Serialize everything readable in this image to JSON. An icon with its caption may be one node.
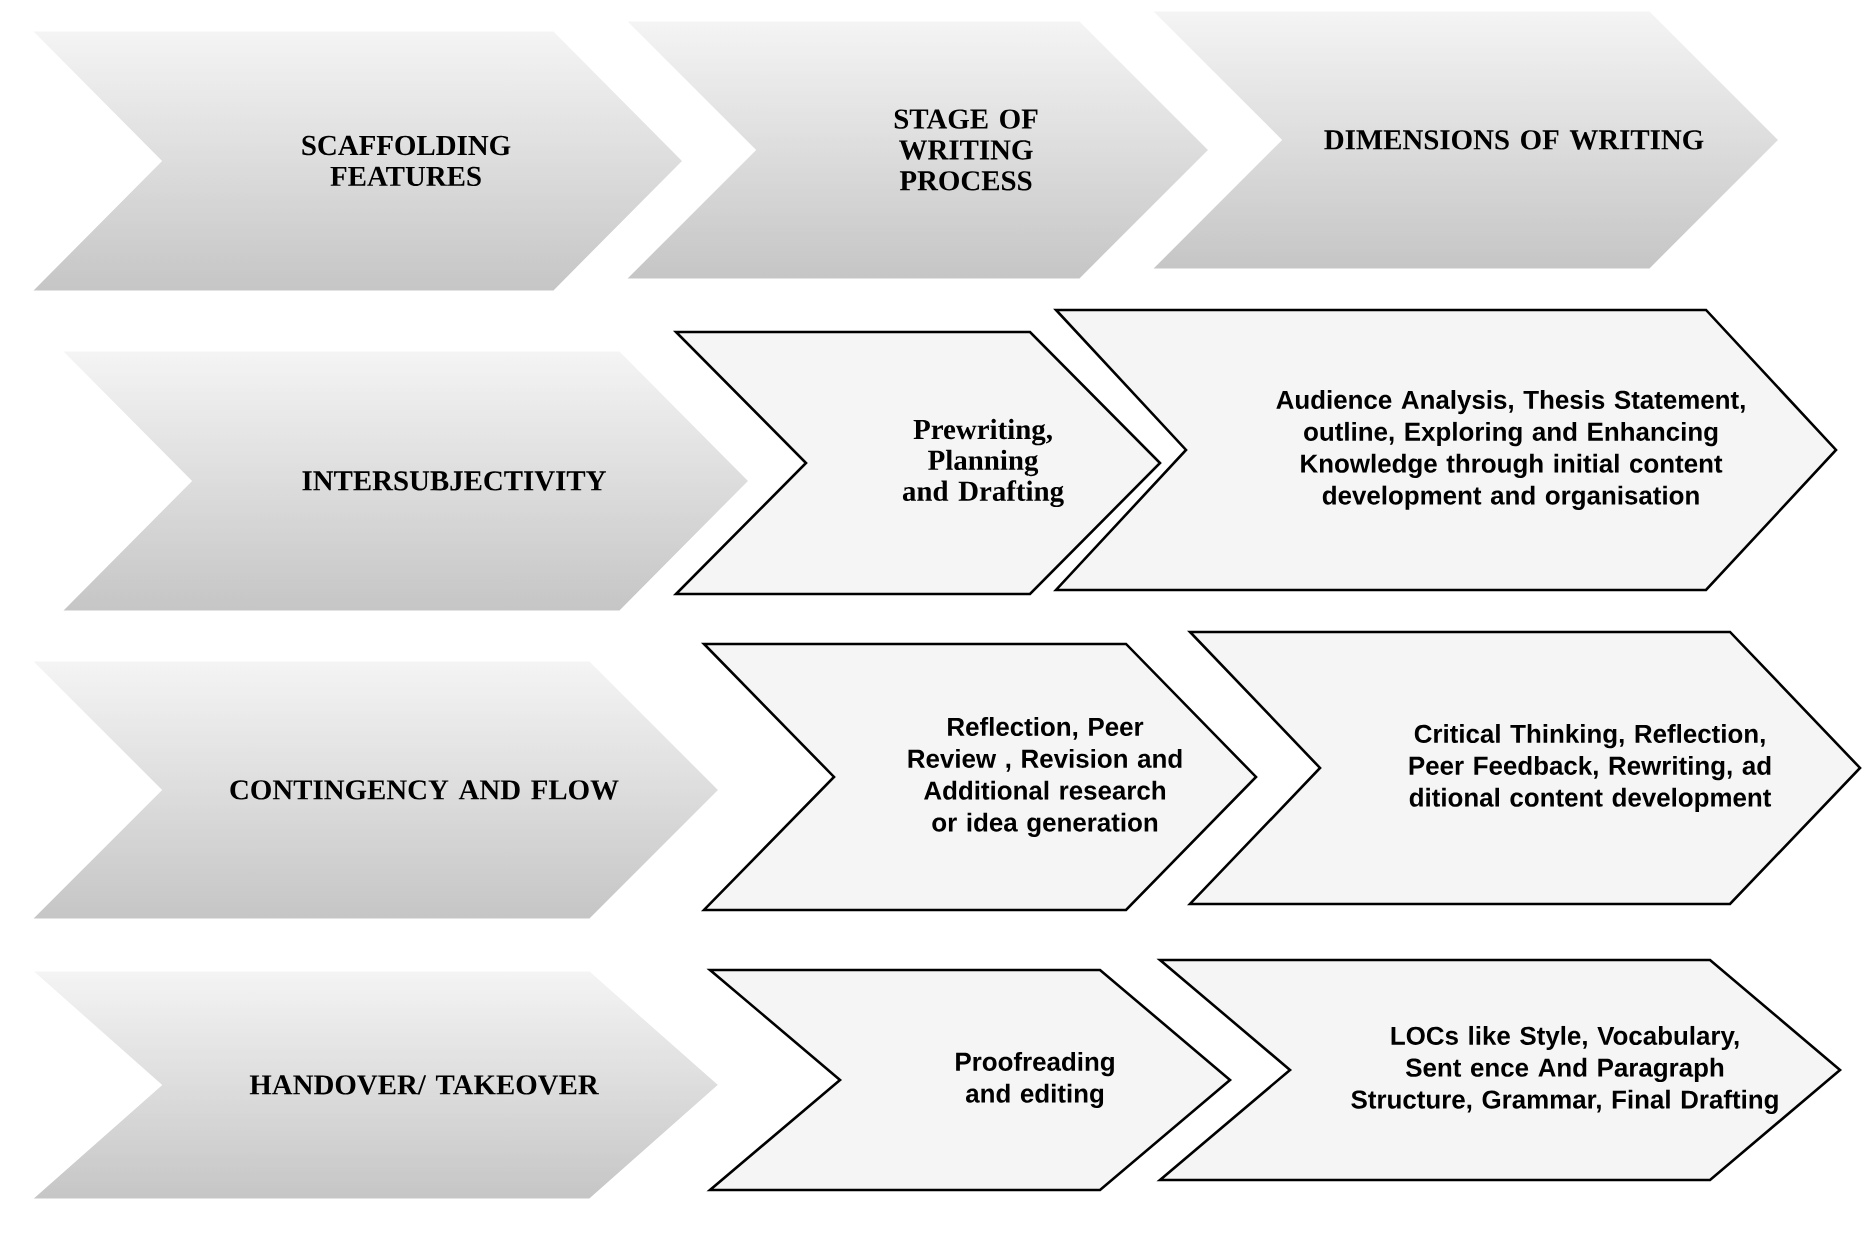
{
  "diagram": {
    "nodes": [
      {
        "text": [
          "SCAFFOLDING FEATURES"
        ]
      },
      {
        "text": [
          "STAGE OF WRITING PROCESS"
        ]
      },
      {
        "text": [
          "DIMENSIONS OF WRITING"
        ]
      },
      {
        "text": [
          "INTERSUBJECTIVITY"
        ]
      },
      {
        "text": [
          "Prewriting, Planning and Drafting"
        ]
      },
      {
        "text": [
          "Audience Analysis, Thesis Statement, outline, Exploring and Enhancing Knowledge through initial content development and organisation"
        ]
      },
      {
        "text": [
          "CONTINGENCY AND FLOW"
        ]
      },
      {
        "text": [
          "Reflection, Peer Review , Revision and Additional research or idea generation"
        ]
      },
      {
        "text": [
          "Critical Thinking, Reflection, Peer Feedback, Rewriting, ad ditional content development"
        ]
      },
      {
        "text": [
          "HANDOVER/ TAKEOVER"
        ]
      },
      {
        "text": [
          "Proofreading and editing"
        ]
      },
      {
        "text": [
          "LOCs like Style, Vocabulary, Sent ence And Paragraph Structure, Grammar, Final Drafting"
        ]
      }
    ]
  }
}
